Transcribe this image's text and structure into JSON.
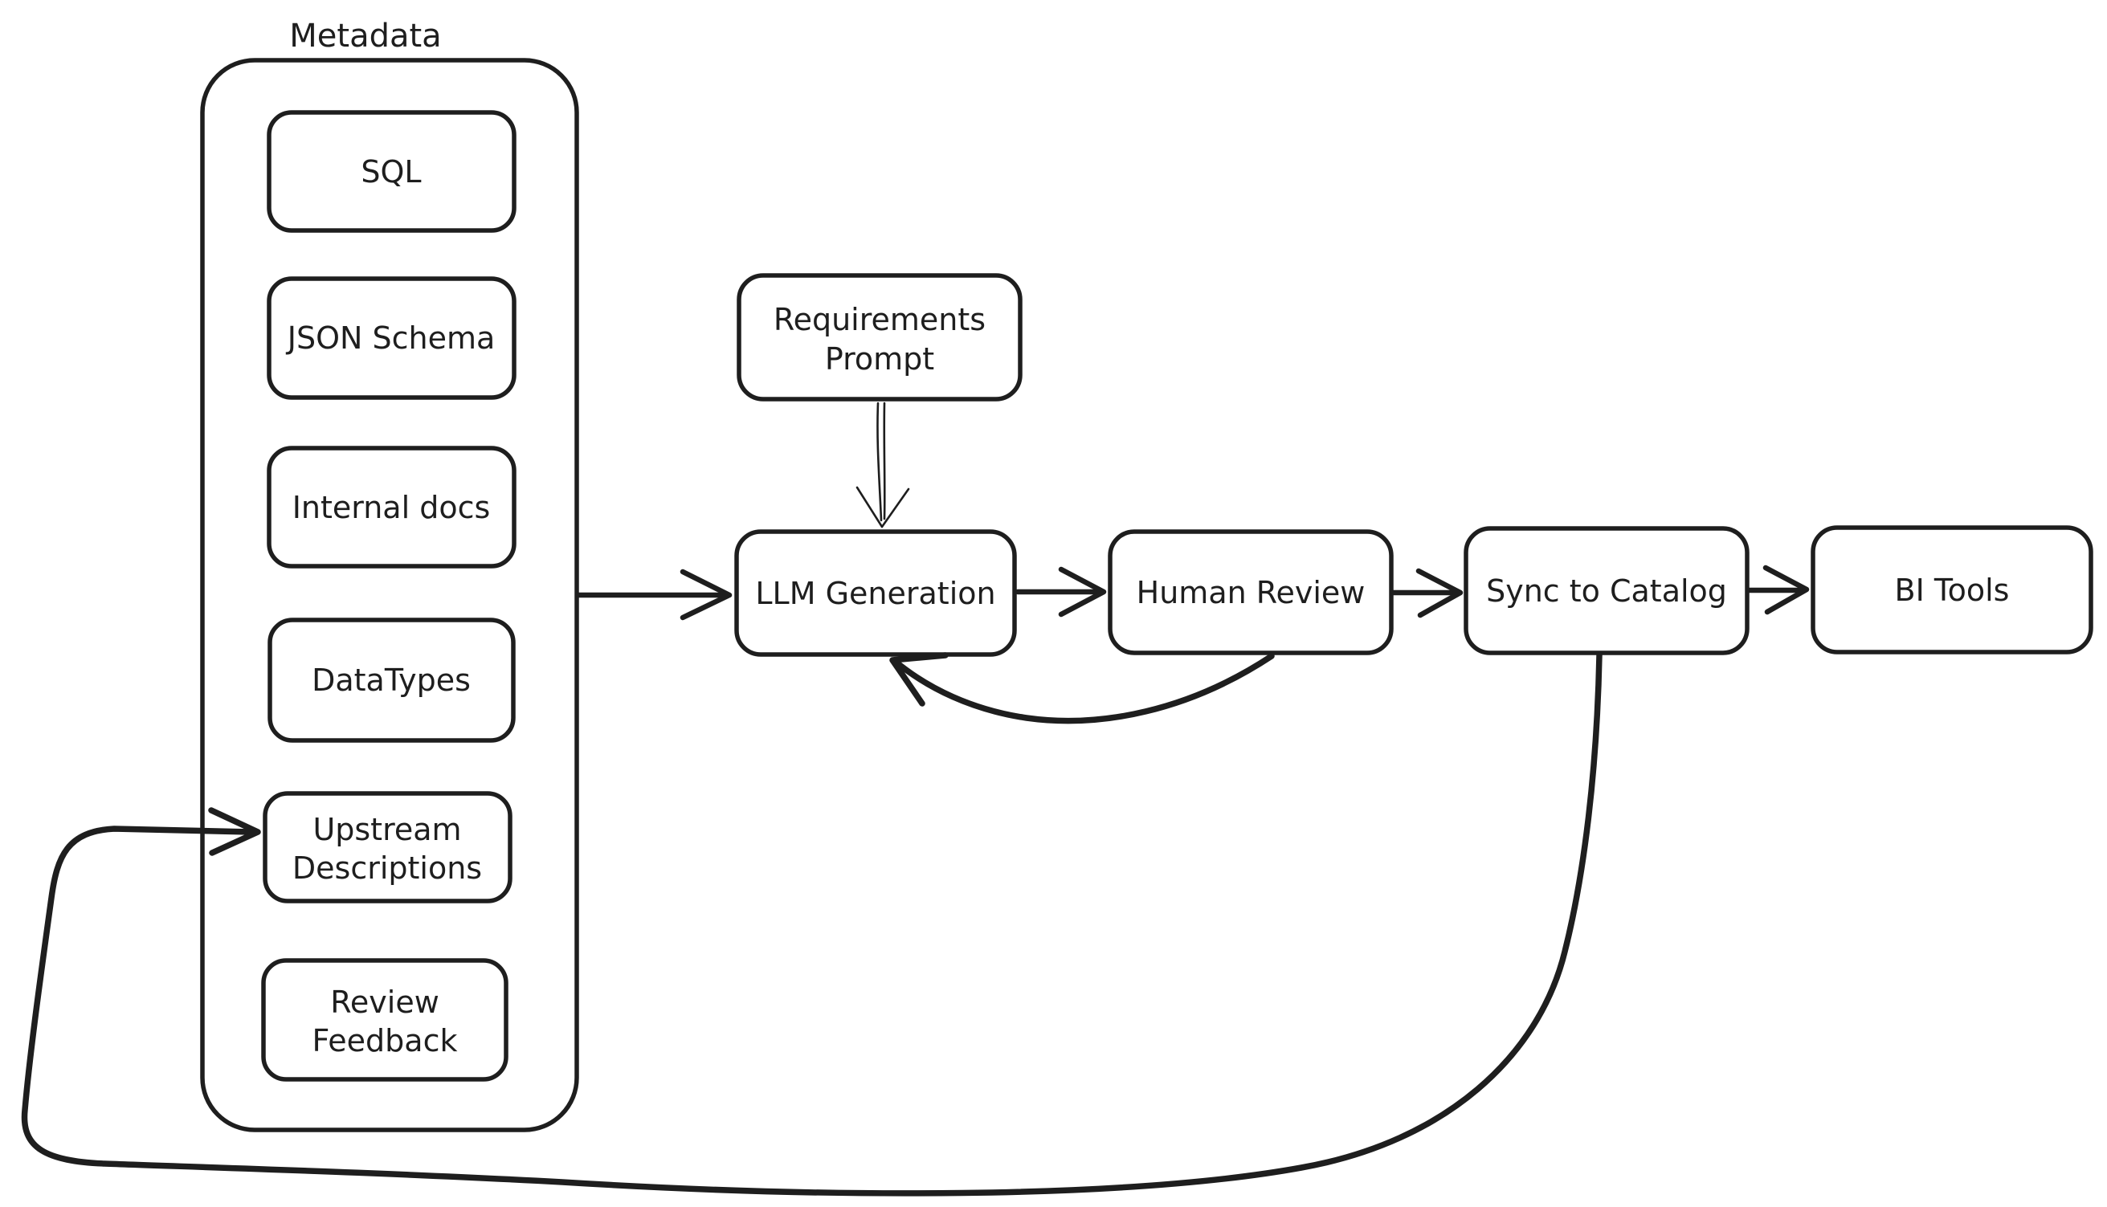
{
  "canvas": {
    "background": "#ffffff",
    "stroke_color": "#1e1e1e"
  },
  "metadata_group": {
    "title": "Metadata",
    "items": [
      {
        "id": "sql",
        "label": "SQL"
      },
      {
        "id": "json-schema",
        "label": "JSON Schema"
      },
      {
        "id": "internal-docs",
        "label": "Internal docs"
      },
      {
        "id": "datatypes",
        "label": "DataTypes"
      },
      {
        "id": "upstream-descriptions",
        "label": "Upstream Descriptions",
        "line1": "Upstream",
        "line2": "Descriptions"
      },
      {
        "id": "review-feedback",
        "label": "Review Feedback",
        "line1": "Review",
        "line2": "Feedback"
      }
    ]
  },
  "nodes": [
    {
      "id": "requirements-prompt",
      "label": "Requirements Prompt",
      "line1": "Requirements",
      "line2": "Prompt"
    },
    {
      "id": "llm-generation",
      "label": "LLM Generation"
    },
    {
      "id": "human-review",
      "label": "Human Review"
    },
    {
      "id": "sync-to-catalog",
      "label": "Sync to Catalog"
    },
    {
      "id": "bi-tools",
      "label": "BI Tools"
    }
  ],
  "edges": [
    {
      "from": "Metadata",
      "to": "LLM Generation"
    },
    {
      "from": "Requirements Prompt",
      "to": "LLM Generation"
    },
    {
      "from": "LLM Generation",
      "to": "Human Review"
    },
    {
      "from": "Human Review",
      "to": "LLM Generation"
    },
    {
      "from": "Human Review",
      "to": "Sync to Catalog"
    },
    {
      "from": "Sync to Catalog",
      "to": "BI Tools"
    },
    {
      "from": "Sync to Catalog",
      "to": "Upstream Descriptions"
    }
  ]
}
